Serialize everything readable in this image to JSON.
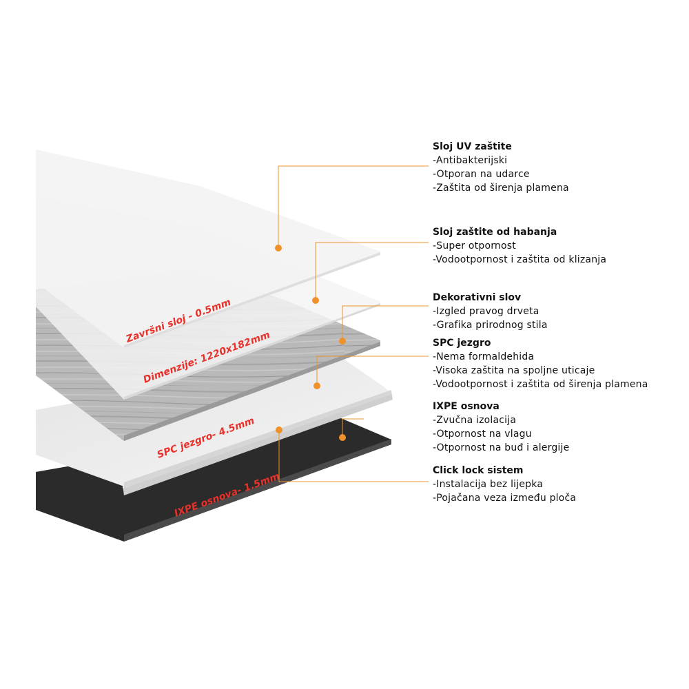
{
  "colors": {
    "accent_orange": "#F0922B",
    "label_red": "#E8312A",
    "text_dark": "#111111",
    "core_black": "#2B2B2B"
  },
  "layer_labels": [
    "Završni sloj - 0.5mm",
    "Dimenzije: 1220x182mm",
    "SPC jezgro- 4.5mm",
    "IXPE osnova- 1.5mm"
  ],
  "callouts": [
    {
      "title": "Sloj UV zaštite",
      "items": [
        "-Antibakterijski",
        "-Otporan na udarce",
        "-Zaštita od širenja plamena"
      ]
    },
    {
      "title": "Sloj zaštite od habanja",
      "items": [
        "-Super otpornost",
        "-Vodootpornost i zaštita od klizanja"
      ]
    },
    {
      "title": "Dekorativni slov",
      "items": [
        "-Izgled pravog drveta",
        "-Grafika prirodnog stila"
      ]
    },
    {
      "title": "SPC jezgro",
      "items": [
        "-Nema formaldehida",
        "-Visoka zaštita na spoljne uticaje",
        "-Vodootpornost i zaštita od širenja plamena"
      ]
    },
    {
      "title": "IXPE osnova",
      "items": [
        "-Zvučna izolacija",
        "-Otpornost na vlagu",
        "-Otpornost na buđ i alergije"
      ]
    },
    {
      "title": "Click lock sistem",
      "items": [
        "-Instalacija bez lijepka",
        "-Pojačana veza između ploča"
      ]
    }
  ]
}
